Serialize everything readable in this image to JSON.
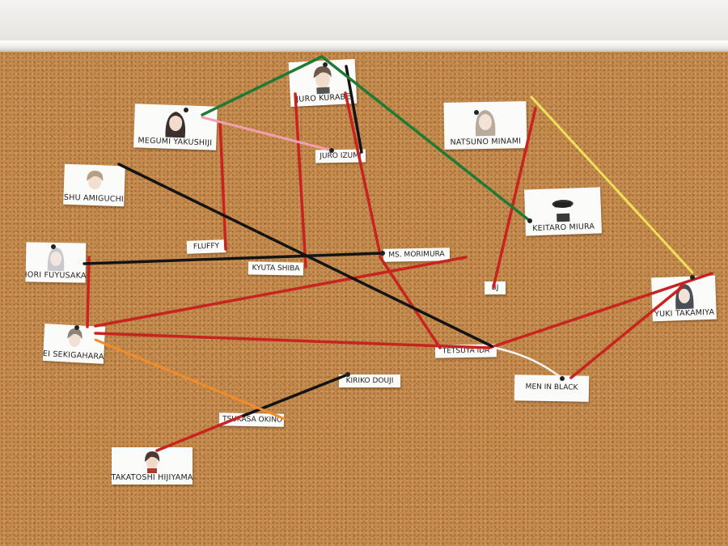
{
  "board": {
    "cards": {
      "megumi": {
        "label": "MEGUMI YAKUSHIJI"
      },
      "juro_kurabe": {
        "label": "JURO KURABE"
      },
      "natsuno": {
        "label": "NATSUNO MINAMI"
      },
      "shu": {
        "label": "SHU AMIGUCHI"
      },
      "keitaro": {
        "label": "KEITARO MIURA"
      },
      "iori": {
        "label": "IORI FUYUSAKA"
      },
      "ei": {
        "label": "EI SEKIGAHARA"
      },
      "yuki": {
        "label": "YUKI TAKAMIYA"
      },
      "takatoshi": {
        "label": "TAKATOSHI HIJIYAMA"
      }
    },
    "tags": {
      "juro_izumi": "JURO IZUMI",
      "fluffy": "FLUFFY",
      "kyuta": "KYUTA SHIBA",
      "morimura": "MS. MORIMURA",
      "bj": "BJ",
      "tetsuya": "TETSUYA IDA",
      "men_in_black": "MEN IN BLACK",
      "kiriko": "KIRIKO DOUJI",
      "tsukasa": "TSUKASA OKINO"
    },
    "string_colors": {
      "red": "#c8231f",
      "black": "#141414",
      "green": "#1f7a35",
      "pink": "#f2a0b0",
      "yellow": "#efe05a",
      "orange": "#f08c2a",
      "white": "#f5f5f5"
    }
  }
}
